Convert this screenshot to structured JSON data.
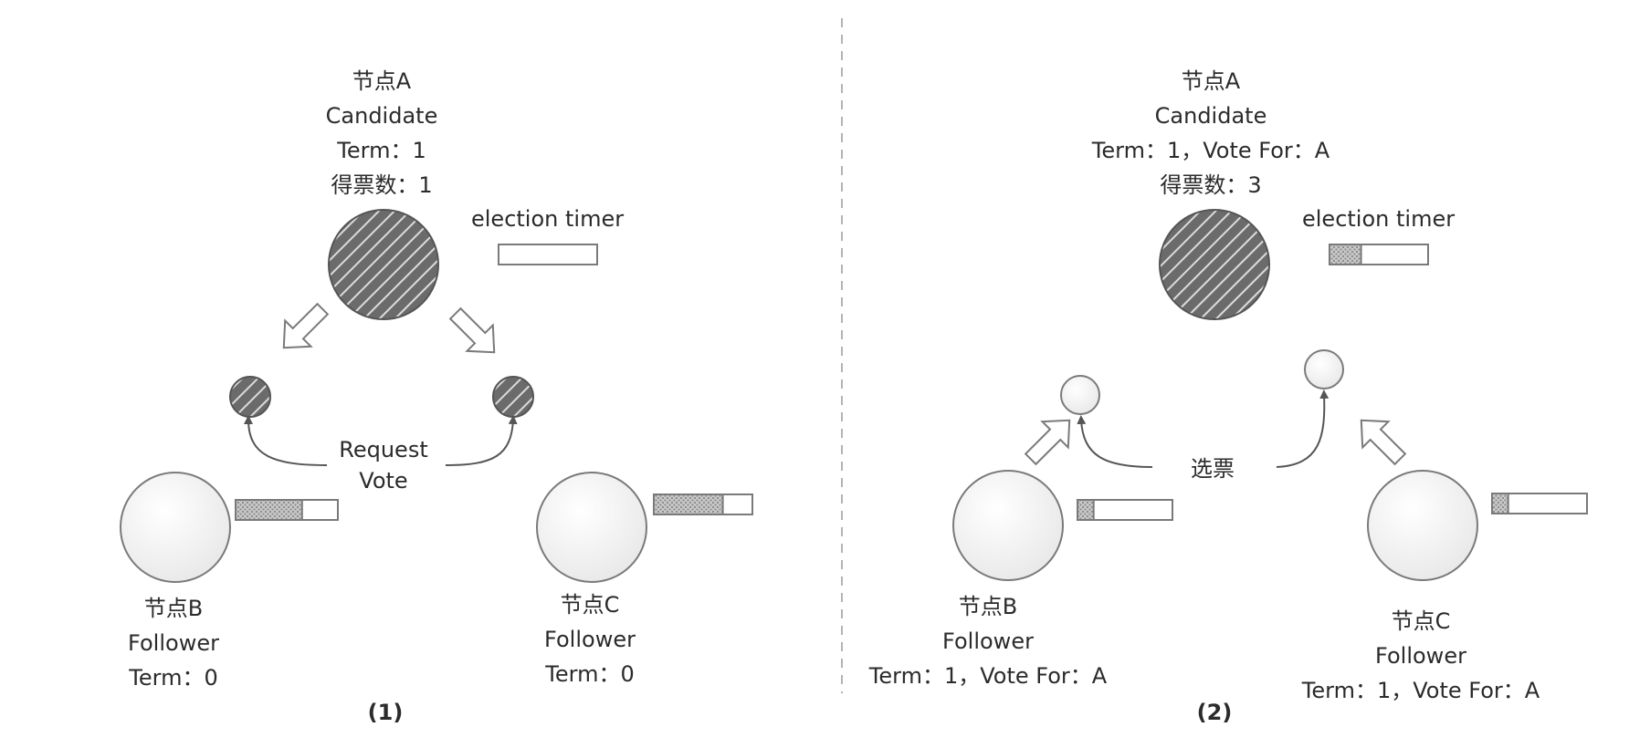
{
  "panel1": {
    "node_a": {
      "name": "节点A",
      "role": "Candidate",
      "term": "Term：1",
      "votes": "得票数：1"
    },
    "timer_label": "election timer",
    "message": {
      "line1": "Request",
      "line2": "Vote"
    },
    "node_b": {
      "name": "节点B",
      "role": "Follower",
      "term": "Term：0"
    },
    "node_c": {
      "name": "节点C",
      "role": "Follower",
      "term": "Term：0"
    },
    "caption": "(1)",
    "timer_levels": {
      "node_a": 0.0,
      "node_b": 0.65,
      "node_c": 0.7
    }
  },
  "panel2": {
    "node_a": {
      "name": "节点A",
      "role": "Candidate",
      "term": "Term：1，Vote For：A",
      "votes": "得票数：3"
    },
    "timer_label": "election timer",
    "message": "选票",
    "node_b": {
      "name": "节点B",
      "role": "Follower",
      "term": "Term：1，Vote For：A"
    },
    "node_c": {
      "name": "节点C",
      "role": "Follower",
      "term": "Term：1，Vote For：A"
    },
    "caption": "(2)",
    "timer_levels": {
      "node_a": 0.32,
      "node_b": 0.17,
      "node_c": 0.17
    }
  },
  "colors": {
    "candidate_fill": "#6b6b6b",
    "stripe": "#dcdcdc",
    "follower_fill": "#f4f4f4",
    "outline": "#7a7a7a",
    "divider": "#9a9a9a",
    "timer_fill": "#b5b5b5"
  }
}
